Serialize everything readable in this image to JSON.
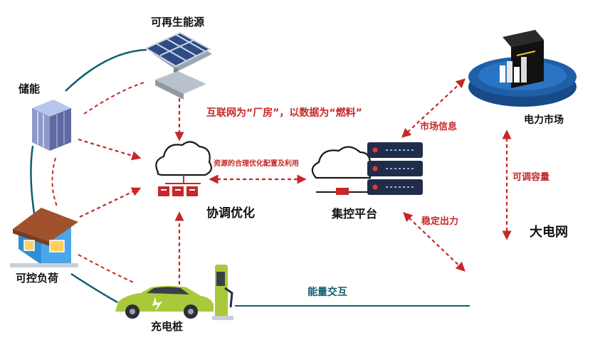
{
  "labels": {
    "renewable": "可再生能源",
    "storage": "储能",
    "load": "可控负荷",
    "charger": "充电桩",
    "coordination": "协调优化",
    "platform": "集控平台",
    "market": "电力市场",
    "grid": "大电网",
    "internet_slogan": "互联网为“厂房”，以数据为“燃料”",
    "resource_optimization": "资源的合理优化配置及利用",
    "market_info": "市场信息",
    "adjustable_capacity": "可调容量",
    "stable_output": "稳定出力",
    "energy_exchange": "能量交互"
  },
  "colors": {
    "arrow_red": "#c62828",
    "teal_line": "#0e5f6e",
    "server_navy": "#1f2d4a",
    "market_blue": "#1f5fa8",
    "car_green": "#a9c93a"
  }
}
